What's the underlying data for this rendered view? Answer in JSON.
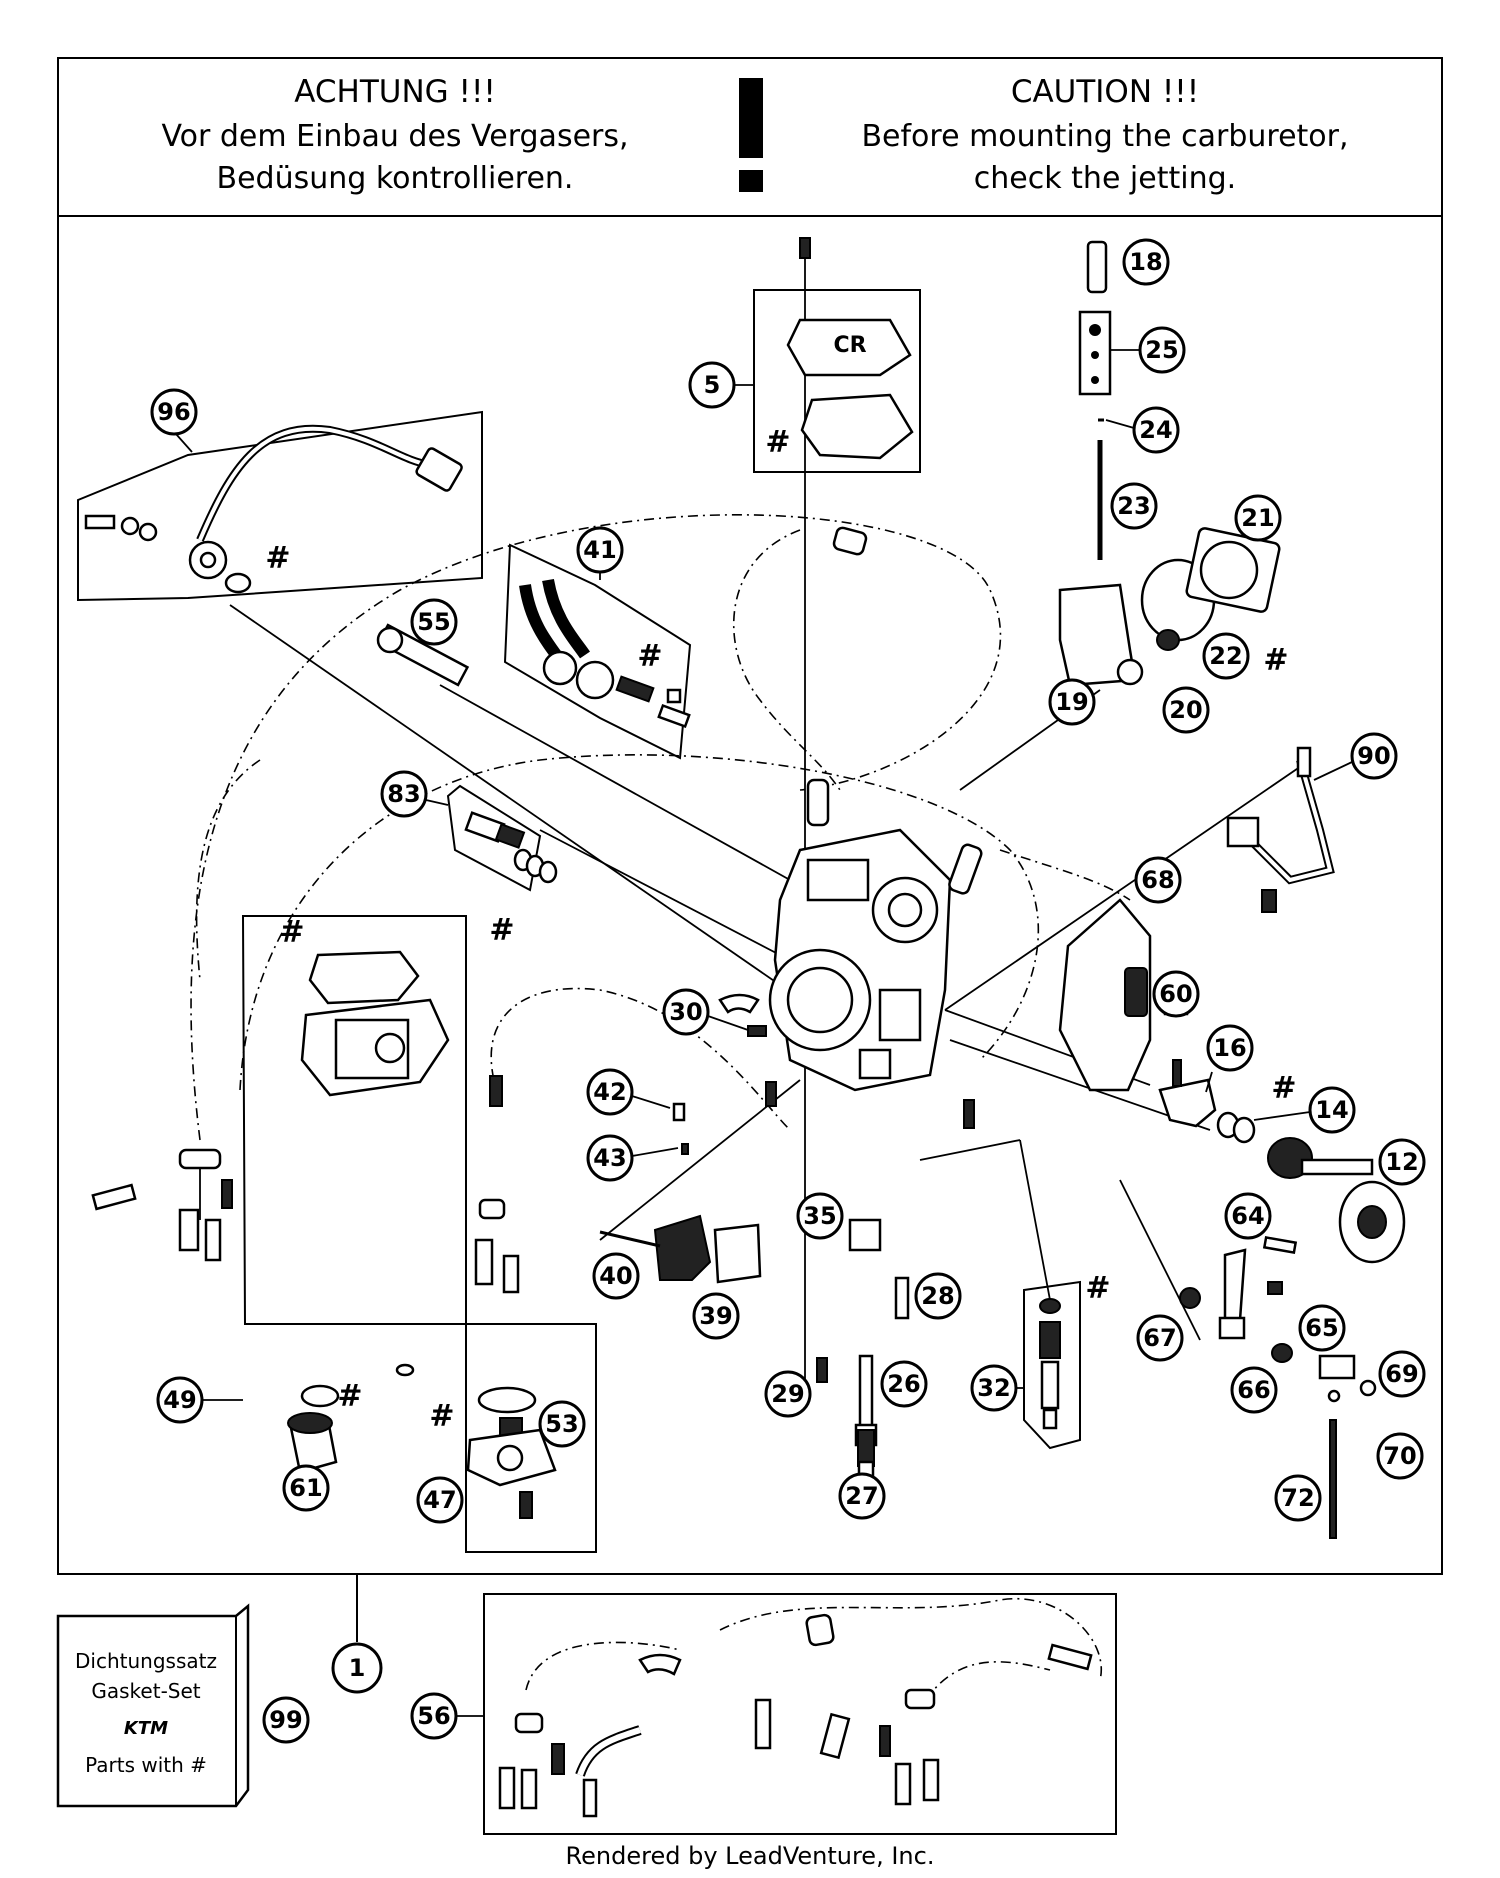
{
  "warning": {
    "de_title": "ACHTUNG !!!",
    "de_line1": "Vor dem Einbau des Vergasers,",
    "de_line2": "Bedüsung kontrollieren.",
    "en_title": "CAUTION !!!",
    "en_line1": "Before mounting the carburetor,",
    "en_line2": "check the jetting."
  },
  "gasket_set": {
    "line1": "Dichtungssatz",
    "line2": "Gasket-Set",
    "brand": "KTM",
    "line3": "Parts with #"
  },
  "callouts": [
    "1",
    "5",
    "12",
    "14",
    "16",
    "18",
    "19",
    "20",
    "21",
    "22",
    "23",
    "24",
    "25",
    "26",
    "27",
    "28",
    "29",
    "30",
    "32",
    "35",
    "39",
    "40",
    "41",
    "42",
    "43",
    "47",
    "49",
    "53",
    "55",
    "56",
    "60",
    "61",
    "64",
    "65",
    "66",
    "67",
    "68",
    "69",
    "70",
    "72",
    "83",
    "90",
    "96",
    "99"
  ],
  "hash_symbol": "#",
  "cover_label": "CR",
  "footer": "Rendered by LeadVenture, Inc."
}
